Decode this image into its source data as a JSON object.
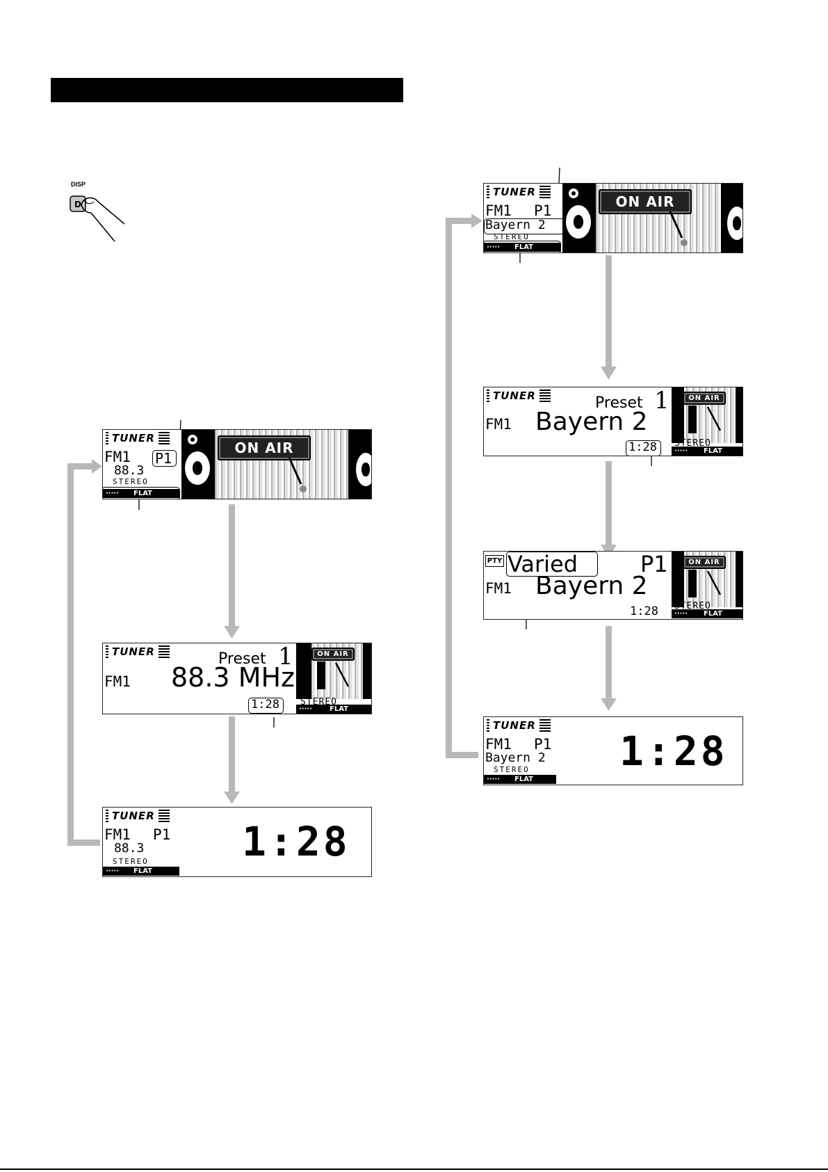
{
  "header": {
    "title": ""
  },
  "disp_button": {
    "label": "DISP",
    "key": "D"
  },
  "colors": {
    "arrow": "#b8b8b8",
    "lcd_border": "#222222",
    "header_bar": "#000000"
  },
  "left_column": {
    "panel1": {
      "logo": "TUNER",
      "band": "FM1",
      "preset": "P1",
      "freq": "88.3",
      "stereo": "STEREO",
      "flat": "FLAT",
      "onair": "ON AIR"
    },
    "panel2": {
      "logo": "TUNER",
      "band": "FM1",
      "preset_word": "Preset",
      "preset_num": "1",
      "freq": "88.3 MHz",
      "clock": "1:28",
      "stereo": "STEREO",
      "flat": "FLAT",
      "onair": "ON AIR"
    },
    "panel3": {
      "logo": "TUNER",
      "band": "FM1",
      "preset": "P1",
      "freq": "88.3",
      "stereo": "STEREO",
      "flat": "FLAT",
      "clock": "1:28"
    }
  },
  "right_column": {
    "panel1": {
      "logo": "TUNER",
      "band": "FM1",
      "preset": "P1",
      "station": "Bayern 2",
      "stereo": "STEREO",
      "flat": "FLAT",
      "onair": "ON AIR"
    },
    "panel2": {
      "logo": "TUNER",
      "band": "FM1",
      "preset_word": "Preset",
      "preset_num": "1",
      "station": "Bayern 2",
      "clock": "1:28",
      "stereo": "STEREO",
      "flat": "FLAT",
      "onair": "ON AIR"
    },
    "panel3": {
      "logo": "PTY",
      "pty": "Varied",
      "preset": "P1",
      "band": "FM1",
      "station": "Bayern 2",
      "clock": "1:28",
      "stereo": "STEREO",
      "flat": "FLAT",
      "onair": "ON AIR"
    },
    "panel4": {
      "logo": "TUNER",
      "band": "FM1",
      "preset": "P1",
      "station": "Bayern 2",
      "stereo": "STEREO",
      "flat": "FLAT",
      "clock": "1:28"
    }
  }
}
